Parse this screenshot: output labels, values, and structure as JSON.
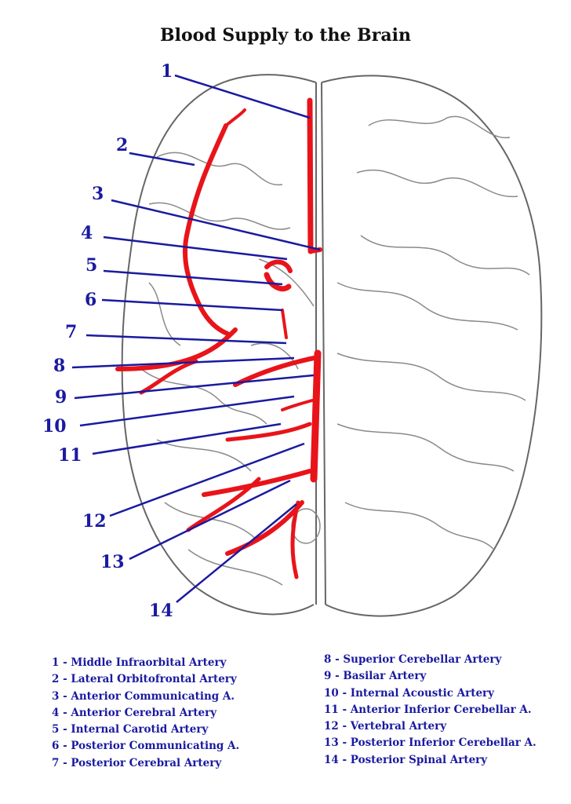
{
  "title": "Blood Supply to the Brain",
  "colors": {
    "artery": "#e8141a",
    "label": "#1a1aa0",
    "outline": "#666666"
  },
  "markers": [
    "1",
    "2",
    "3",
    "4",
    "5",
    "6",
    "7",
    "8",
    "9",
    "10",
    "11",
    "12",
    "13",
    "14"
  ],
  "legend_left": [
    "1 - Middle Infraorbital Artery",
    "2 - Lateral Orbitofrontal Artery",
    "3 - Anterior Communicating A.",
    "4 - Anterior Cerebral Artery",
    "5 - Internal Carotid Artery",
    "6 - Posterior Communicating A.",
    "7 - Posterior Cerebral Artery"
  ],
  "legend_right": [
    "8 - Superior Cerebellar Artery",
    "9 - Basilar Artery",
    "10 - Internal Acoustic Artery",
    "11 - Anterior Inferior Cerebellar A.",
    "12 - Vertebral Artery",
    "13 - Posterior Inferior Cerebellar A.",
    "14 - Posterior Spinal Artery"
  ]
}
